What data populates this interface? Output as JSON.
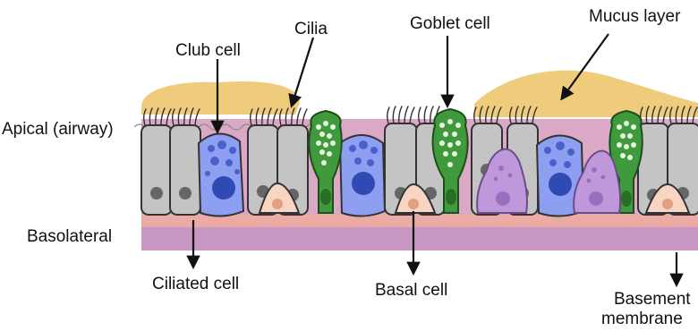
{
  "labels": {
    "cilia": "Cilia",
    "goblet_cell": "Goblet cell",
    "mucus_layer": "Mucus layer",
    "club_cell": "Club cell",
    "apical": "Apical (airway)",
    "basolateral": "Basolateral",
    "ciliated_cell": "Ciliated cell",
    "basal_cell": "Basal cell",
    "basement_line1": "Basement",
    "basement_line2": "membrane"
  },
  "colors": {
    "mucus": "#efcc7c",
    "apical_band": "#dba8c6",
    "basolateral_band": "#ecaaa4",
    "basement_membrane": "#c896c3",
    "ciliated_cell": "#c4c4c4",
    "club_cell": "#8e9ff2",
    "goblet_cell": "#3f9a3c",
    "basal_cell": "#f8d4c3",
    "purple_cell": "#bf98dc"
  },
  "icons": [
    "arrow-icon",
    "cilia-icon",
    "nucleus-icon"
  ]
}
